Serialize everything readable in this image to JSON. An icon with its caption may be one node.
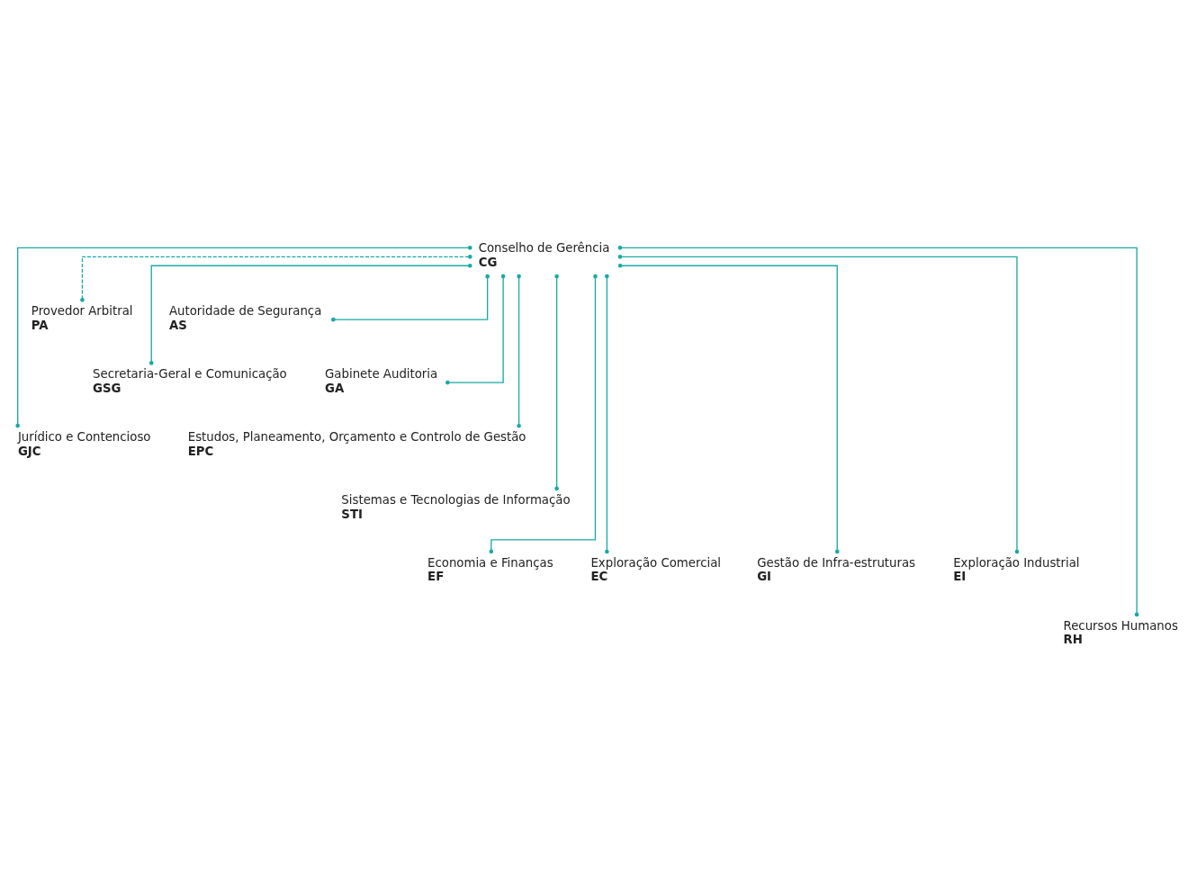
{
  "diagram": {
    "nodes": [
      {
        "text": [
          "Conselho de Gerência",
          "CG"
        ]
      },
      {
        "text": [
          "Provedor Arbitral",
          "PA"
        ]
      },
      {
        "text": [
          "Autoridade de Segurança",
          "AS"
        ]
      },
      {
        "text": [
          "Secretaria-Geral e Comunicação",
          "GSG"
        ]
      },
      {
        "text": [
          "Gabinete Auditoria",
          "GA"
        ]
      },
      {
        "text": [
          "Jurídico e Contencioso",
          "GJC"
        ]
      },
      {
        "text": [
          "Estudos, Planeamento, Orçamento e Controlo de Gestão",
          "EPC"
        ]
      },
      {
        "text": [
          "Sistemas e Tecnologias de Informação",
          "STI"
        ]
      },
      {
        "text": [
          "Economia e Finanças",
          "EF"
        ]
      },
      {
        "text": [
          "Exploração Comercial",
          "EC"
        ]
      },
      {
        "text": [
          "Gestão de Infra-estruturas",
          "GI"
        ]
      },
      {
        "text": [
          "Exploração Industrial",
          "EI"
        ]
      },
      {
        "text": [
          "Recursos Humanos",
          "RH"
        ]
      }
    ],
    "edges": [
      {
        "from": 0,
        "to": 1,
        "arrow": "other",
        "style": "dashed"
      },
      {
        "from": 0,
        "to": 2,
        "arrow": "other"
      },
      {
        "from": 0,
        "to": 3,
        "arrow": "other"
      },
      {
        "from": 0,
        "to": 4,
        "arrow": "other"
      },
      {
        "from": 0,
        "to": 5,
        "arrow": "other"
      },
      {
        "from": 0,
        "to": 6,
        "arrow": "other"
      },
      {
        "from": 0,
        "to": 7,
        "arrow": "other"
      },
      {
        "from": 0,
        "to": 8,
        "arrow": "other"
      },
      {
        "from": 0,
        "to": 9,
        "arrow": "other"
      },
      {
        "from": 0,
        "to": 10,
        "arrow": "other"
      },
      {
        "from": 0,
        "to": 11,
        "arrow": "other"
      },
      {
        "from": 0,
        "to": 12,
        "arrow": "other"
      }
    ]
  }
}
